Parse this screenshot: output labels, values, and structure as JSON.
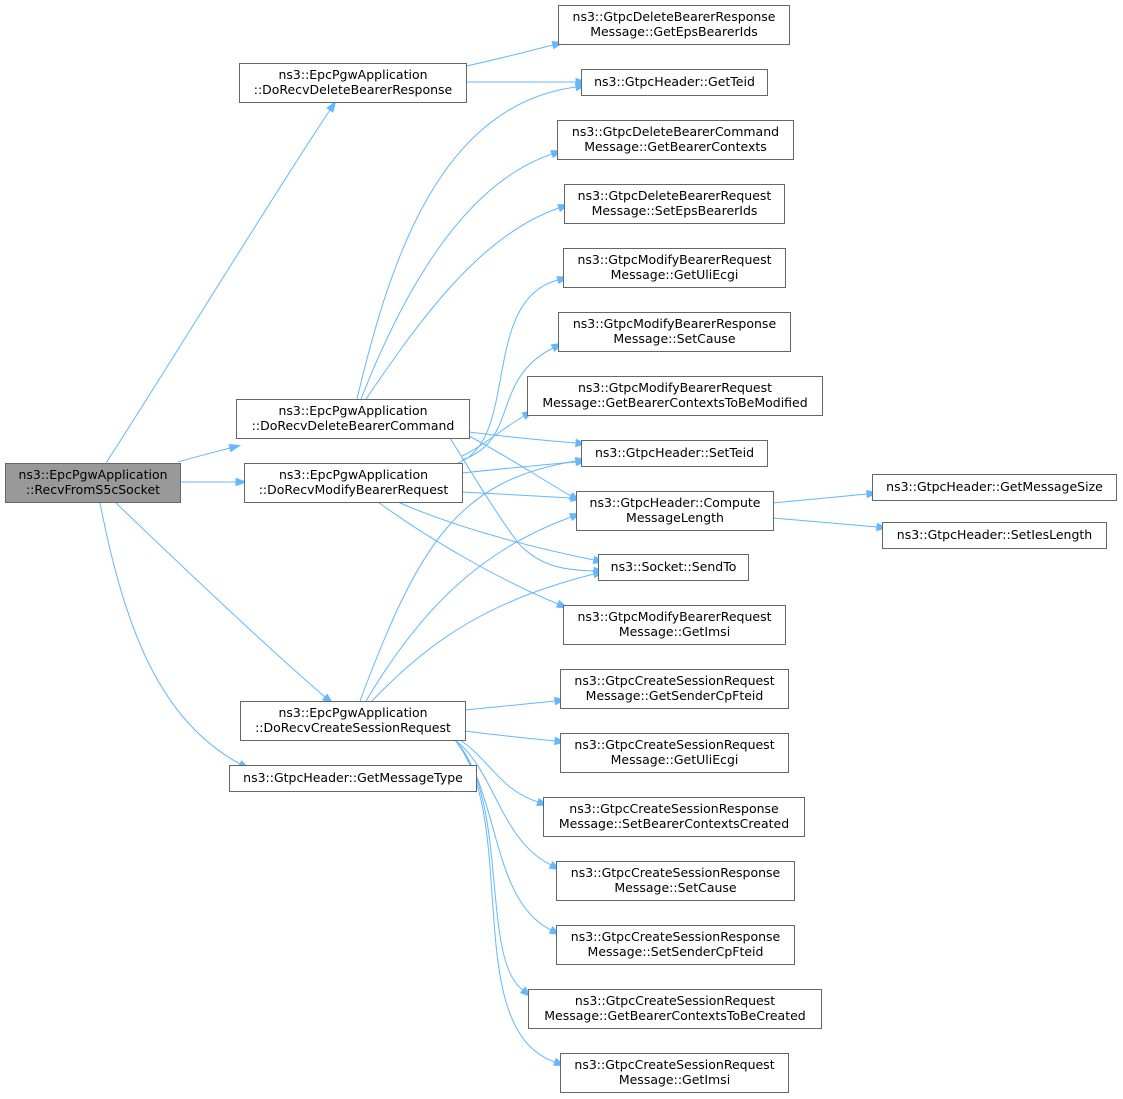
{
  "diagram": {
    "type": "call-graph",
    "colors": {
      "edge": "#63b8ff",
      "node_border": "#666666",
      "node_fill": "#ffffff",
      "root_fill": "#999999"
    },
    "nodes": [
      {
        "id": "recv_s5c",
        "lines": [
          "ns3::EpcPgwApplication",
          "::RecvFromS5cSocket"
        ],
        "root": true
      },
      {
        "id": "do_del_resp",
        "lines": [
          "ns3::EpcPgwApplication",
          "::DoRecvDeleteBearerResponse"
        ]
      },
      {
        "id": "do_del_cmd",
        "lines": [
          "ns3::EpcPgwApplication",
          "::DoRecvDeleteBearerCommand"
        ]
      },
      {
        "id": "do_mod_req",
        "lines": [
          "ns3::EpcPgwApplication",
          "::DoRecvModifyBearerRequest"
        ]
      },
      {
        "id": "do_cs_req",
        "lines": [
          "ns3::EpcPgwApplication",
          "::DoRecvCreateSessionRequest"
        ]
      },
      {
        "id": "get_msg_type",
        "lines": [
          "ns3::GtpcHeader::GetMessageType"
        ]
      },
      {
        "id": "dbr_get_eps",
        "lines": [
          "ns3::GtpcDeleteBearerResponse",
          "Message::GetEpsBearerIds"
        ]
      },
      {
        "id": "get_teid",
        "lines": [
          "ns3::GtpcHeader::GetTeid"
        ]
      },
      {
        "id": "dbc_get_ctx",
        "lines": [
          "ns3::GtpcDeleteBearerCommand",
          "Message::GetBearerContexts"
        ]
      },
      {
        "id": "dbq_set_eps",
        "lines": [
          "ns3::GtpcDeleteBearerRequest",
          "Message::SetEpsBearerIds"
        ]
      },
      {
        "id": "mbq_get_uli",
        "lines": [
          "ns3::GtpcModifyBearerRequest",
          "Message::GetUliEcgi"
        ]
      },
      {
        "id": "mbr_set_cause",
        "lines": [
          "ns3::GtpcModifyBearerResponse",
          "Message::SetCause"
        ]
      },
      {
        "id": "mbq_get_ctx",
        "lines": [
          "ns3::GtpcModifyBearerRequest",
          "Message::GetBearerContextsToBeModified"
        ]
      },
      {
        "id": "set_teid",
        "lines": [
          "ns3::GtpcHeader::SetTeid"
        ]
      },
      {
        "id": "compute_len",
        "lines": [
          "ns3::GtpcHeader::Compute",
          "MessageLength"
        ]
      },
      {
        "id": "send_to",
        "lines": [
          "ns3::Socket::SendTo"
        ]
      },
      {
        "id": "mbq_get_imsi",
        "lines": [
          "ns3::GtpcModifyBearerRequest",
          "Message::GetImsi"
        ]
      },
      {
        "id": "get_msg_size",
        "lines": [
          "ns3::GtpcHeader::GetMessageSize"
        ]
      },
      {
        "id": "set_ies_len",
        "lines": [
          "ns3::GtpcHeader::SetIesLength"
        ]
      },
      {
        "id": "csq_get_sender",
        "lines": [
          "ns3::GtpcCreateSessionRequest",
          "Message::GetSenderCpFteid"
        ]
      },
      {
        "id": "csq_get_uli",
        "lines": [
          "ns3::GtpcCreateSessionRequest",
          "Message::GetUliEcgi"
        ]
      },
      {
        "id": "csr_set_ctx",
        "lines": [
          "ns3::GtpcCreateSessionResponse",
          "Message::SetBearerContextsCreated"
        ]
      },
      {
        "id": "csr_set_cause",
        "lines": [
          "ns3::GtpcCreateSessionResponse",
          "Message::SetCause"
        ]
      },
      {
        "id": "csr_set_sender",
        "lines": [
          "ns3::GtpcCreateSessionResponse",
          "Message::SetSenderCpFteid"
        ]
      },
      {
        "id": "csq_get_ctx",
        "lines": [
          "ns3::GtpcCreateSessionRequest",
          "Message::GetBearerContextsToBeCreated"
        ]
      },
      {
        "id": "csq_get_imsi",
        "lines": [
          "ns3::GtpcCreateSessionRequest",
          "Message::GetImsi"
        ]
      }
    ],
    "edges": [
      {
        "from": "recv_s5c",
        "to": "do_del_resp"
      },
      {
        "from": "recv_s5c",
        "to": "do_del_cmd"
      },
      {
        "from": "recv_s5c",
        "to": "do_mod_req"
      },
      {
        "from": "recv_s5c",
        "to": "do_cs_req"
      },
      {
        "from": "recv_s5c",
        "to": "get_msg_type"
      },
      {
        "from": "do_del_resp",
        "to": "dbr_get_eps"
      },
      {
        "from": "do_del_resp",
        "to": "get_teid"
      },
      {
        "from": "do_del_cmd",
        "to": "get_teid"
      },
      {
        "from": "do_del_cmd",
        "to": "dbc_get_ctx"
      },
      {
        "from": "do_del_cmd",
        "to": "dbq_set_eps"
      },
      {
        "from": "do_del_cmd",
        "to": "set_teid"
      },
      {
        "from": "do_del_cmd",
        "to": "compute_len"
      },
      {
        "from": "do_del_cmd",
        "to": "send_to"
      },
      {
        "from": "do_mod_req",
        "to": "mbq_get_uli"
      },
      {
        "from": "do_mod_req",
        "to": "mbr_set_cause"
      },
      {
        "from": "do_mod_req",
        "to": "mbq_get_ctx"
      },
      {
        "from": "do_mod_req",
        "to": "set_teid"
      },
      {
        "from": "do_mod_req",
        "to": "compute_len"
      },
      {
        "from": "do_mod_req",
        "to": "send_to"
      },
      {
        "from": "do_mod_req",
        "to": "mbq_get_imsi"
      },
      {
        "from": "compute_len",
        "to": "get_msg_size"
      },
      {
        "from": "compute_len",
        "to": "set_ies_len"
      },
      {
        "from": "do_cs_req",
        "to": "set_teid"
      },
      {
        "from": "do_cs_req",
        "to": "compute_len"
      },
      {
        "from": "do_cs_req",
        "to": "send_to"
      },
      {
        "from": "do_cs_req",
        "to": "csq_get_sender"
      },
      {
        "from": "do_cs_req",
        "to": "csq_get_uli"
      },
      {
        "from": "do_cs_req",
        "to": "csr_set_ctx"
      },
      {
        "from": "do_cs_req",
        "to": "csr_set_cause"
      },
      {
        "from": "do_cs_req",
        "to": "csr_set_sender"
      },
      {
        "from": "do_cs_req",
        "to": "csq_get_ctx"
      },
      {
        "from": "do_cs_req",
        "to": "csq_get_imsi"
      }
    ]
  }
}
